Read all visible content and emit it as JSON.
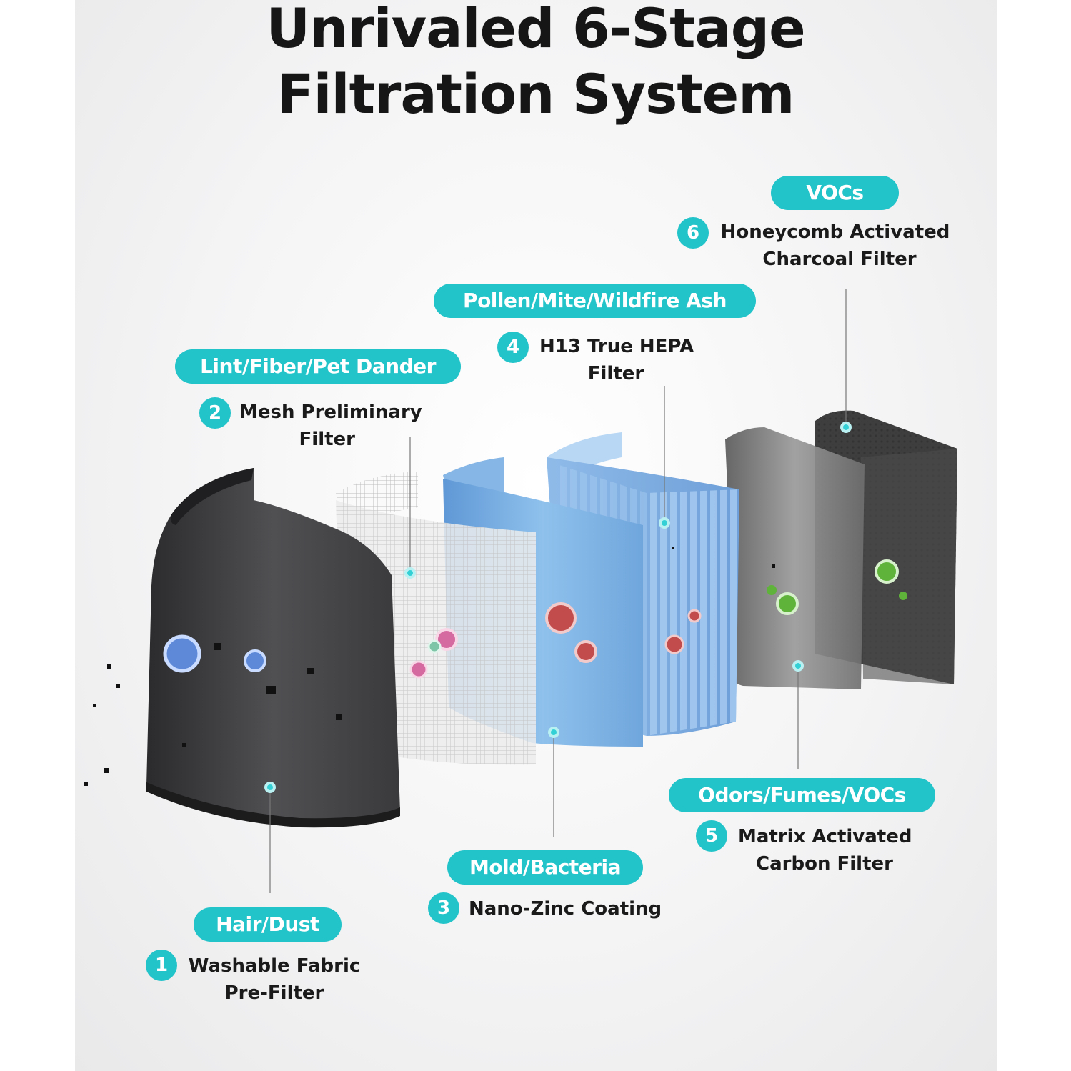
{
  "title": {
    "line1": "Unrivaled 6-Stage",
    "line2": "Filtration System"
  },
  "colors": {
    "accent": "#22c3c9",
    "text": "#1a1a1a"
  },
  "stages": [
    {
      "number": "1",
      "tag": "Hair/Dust",
      "name_line1": "Washable Fabric",
      "name_line2": "Pre-Filter"
    },
    {
      "number": "2",
      "tag": "Lint/Fiber/Pet Dander",
      "name_line1": "Mesh Preliminary",
      "name_line2": "Filter"
    },
    {
      "number": "3",
      "tag": "Mold/Bacteria",
      "name_line1": "Nano-Zinc Coating",
      "name_line2": ""
    },
    {
      "number": "4",
      "tag": "Pollen/Mite/Wildfire Ash",
      "name_line1": "H13 True HEPA",
      "name_line2": "Filter"
    },
    {
      "number": "5",
      "tag": "Odors/Fumes/VOCs",
      "name_line1": "Matrix Activated",
      "name_line2": "Carbon Filter"
    },
    {
      "number": "6",
      "tag": "VOCs",
      "name_line1": "Honeycomb Activated",
      "name_line2": "Charcoal Filter"
    }
  ]
}
